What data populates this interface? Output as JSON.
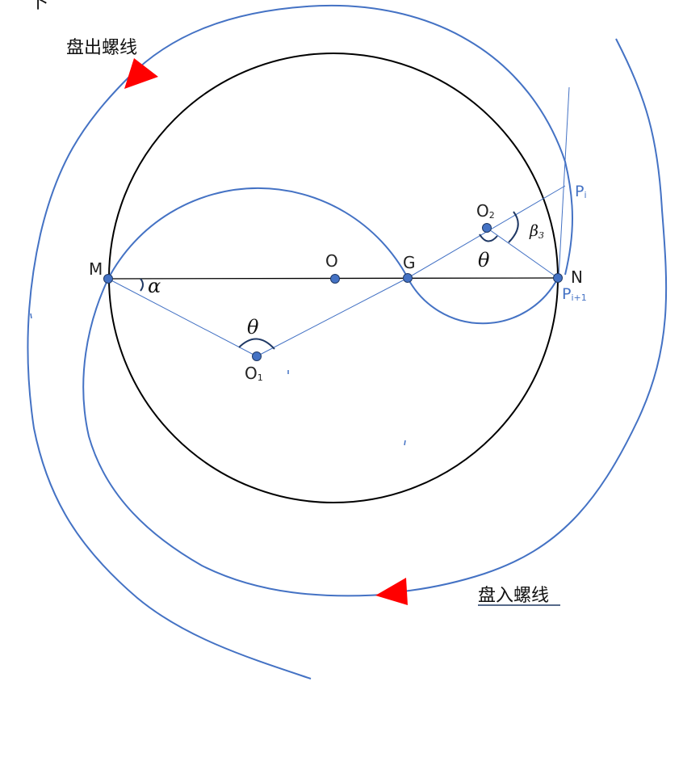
{
  "points": {
    "M": "M",
    "O": "O",
    "G": "G",
    "N": "N",
    "O1_main": "O",
    "O1_sub": "1",
    "O2_main": "O",
    "O2_sub": "2",
    "Pi_main": "P",
    "Pi_sub": "i",
    "Pi1_main": "P",
    "Pi1_sub": "i+1"
  },
  "angles": {
    "alpha": "α",
    "theta": "θ",
    "beta_main": "β",
    "beta_sub": "3"
  },
  "labels": {
    "spiral_out": "盘出螺线",
    "spiral_in": "盘入螺线",
    "corner_glyph": "卜"
  },
  "colors": {
    "blue": "#4472c4",
    "black": "#000000",
    "arrow_red": "#ff0000",
    "point_fill": "#4472c4"
  }
}
